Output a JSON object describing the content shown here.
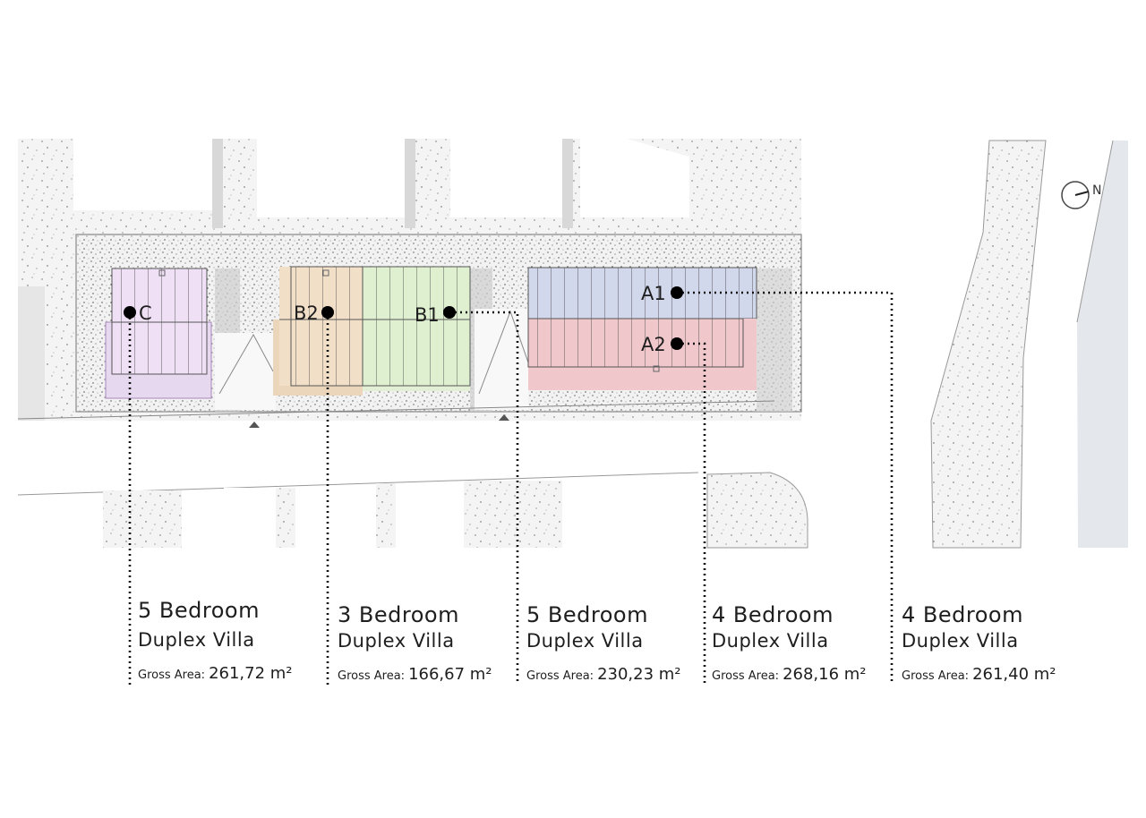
{
  "compass": {
    "label": "N"
  },
  "units": [
    {
      "id": "C",
      "bedrooms": "5 Bedroom",
      "type": "Duplex Villa",
      "gross_area_label": "Gross Area:",
      "gross_area_value": "261,72 m²",
      "color": "#efe0f5"
    },
    {
      "id": "B2",
      "bedrooms": "3 Bedroom",
      "type": "Duplex Villa",
      "gross_area_label": "Gross Area:",
      "gross_area_value": "166,67 m²",
      "color": "#f2dfc8"
    },
    {
      "id": "B1",
      "bedrooms": "5 Bedroom",
      "type": "Duplex Villa",
      "gross_area_label": "Gross Area:",
      "gross_area_value": "230,23 m²",
      "color": "#dff0d0"
    },
    {
      "id": "A2",
      "bedrooms": "4 Bedroom",
      "type": "Duplex Villa",
      "gross_area_label": "Gross Area:",
      "gross_area_value": "268,16 m²",
      "color": "#f0c8cc"
    },
    {
      "id": "A1",
      "bedrooms": "4 Bedroom",
      "type": "Duplex Villa",
      "gross_area_label": "Gross Area:",
      "gross_area_value": "261,40 m²",
      "color": "#d2d8ec"
    }
  ]
}
